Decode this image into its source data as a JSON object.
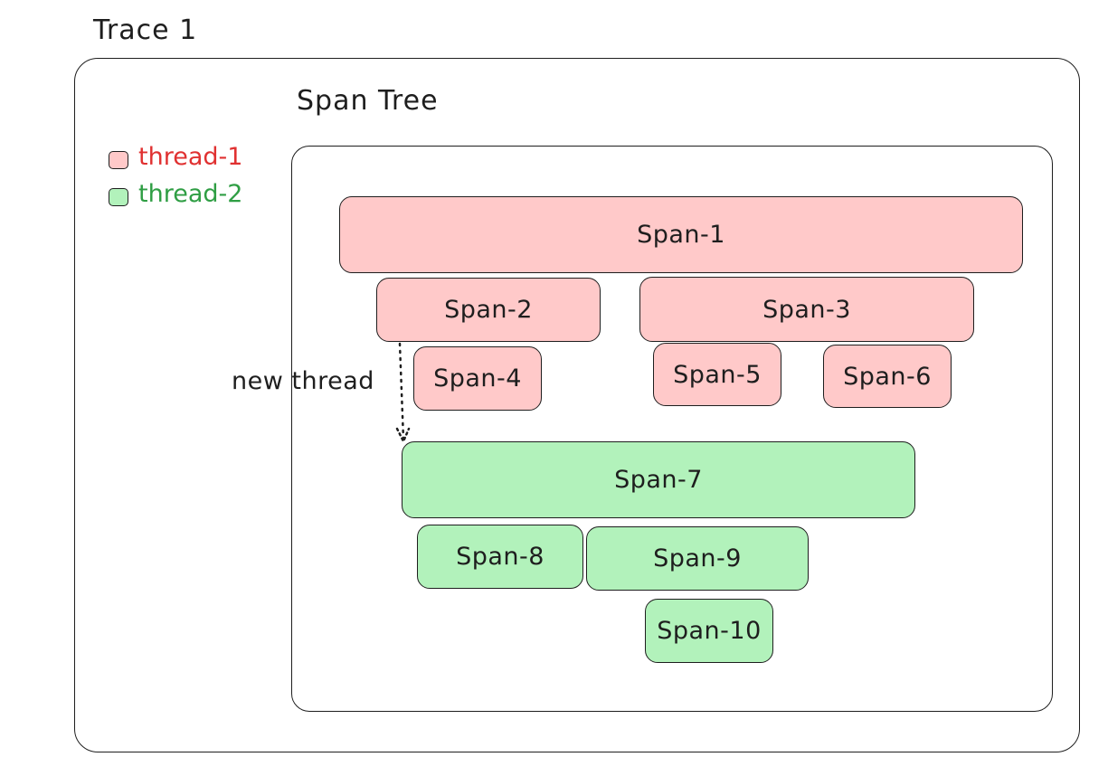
{
  "trace": {
    "title": "Trace 1"
  },
  "span_tree": {
    "title": "Span Tree"
  },
  "legend": [
    {
      "label": "thread-1",
      "color": "#e03131",
      "fill": "#ffc9c9"
    },
    {
      "label": "thread-2",
      "color": "#2f9e44",
      "fill": "#b2f2bb"
    }
  ],
  "spans": [
    {
      "id": "span-1",
      "label": "Span-1",
      "thread": "thread-1"
    },
    {
      "id": "span-2",
      "label": "Span-2",
      "thread": "thread-1"
    },
    {
      "id": "span-3",
      "label": "Span-3",
      "thread": "thread-1"
    },
    {
      "id": "span-4",
      "label": "Span-4",
      "thread": "thread-1"
    },
    {
      "id": "span-5",
      "label": "Span-5",
      "thread": "thread-1"
    },
    {
      "id": "span-6",
      "label": "Span-6",
      "thread": "thread-1"
    },
    {
      "id": "span-7",
      "label": "Span-7",
      "thread": "thread-2"
    },
    {
      "id": "span-8",
      "label": "Span-8",
      "thread": "thread-2"
    },
    {
      "id": "span-9",
      "label": "Span-9",
      "thread": "thread-2"
    },
    {
      "id": "span-10",
      "label": "Span-10",
      "thread": "thread-2"
    }
  ],
  "annotation": {
    "label": "new thread",
    "from": "Span-2",
    "to": "Span-7"
  }
}
